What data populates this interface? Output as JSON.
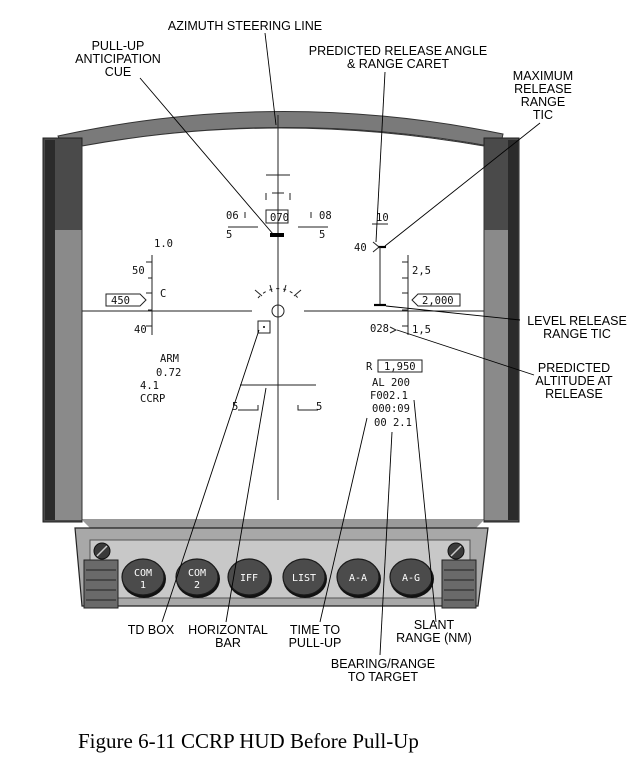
{
  "caption": "Figure 6-11  CCRP HUD Before Pull-Up",
  "callouts": {
    "azimuth": "AZIMUTH STEERING LINE",
    "pullup": [
      "PULL-UP",
      "ANTICIPATION",
      "CUE"
    ],
    "release_angle": [
      "PREDICTED RELEASE ANGLE",
      "& RANGE CARET"
    ],
    "max_range": [
      "MAXIMUM",
      "RELEASE",
      "RANGE",
      "TIC"
    ],
    "level_release": [
      "LEVEL RELEASE",
      "RANGE TIC"
    ],
    "pred_alt": [
      "PREDICTED",
      "ALTITUDE AT",
      "RELEASE"
    ],
    "td_box": "TD BOX",
    "horiz_bar": [
      "HORIZONTAL",
      "BAR"
    ],
    "time_pullup": [
      "TIME TO",
      "PULL-UP"
    ],
    "slant": [
      "SLANT",
      "RANGE (NM)"
    ],
    "bearing": [
      "BEARING/RANGE",
      "TO TARGET"
    ]
  },
  "hud": {
    "heading_left": "06",
    "heading_box": "070",
    "heading_right": "08",
    "pitch_left": "5",
    "pitch_right": "5",
    "caret_top": "10",
    "caret_angle": "40",
    "speed_tick_top": "1.0",
    "speed_50": "50",
    "speed_c": "C",
    "speed_box": "450",
    "speed_40": "40",
    "alt_25": "2,5",
    "alt_box": "2,000",
    "alt_15": "1,5",
    "pred_alt_val": "028",
    "arm": "ARM",
    "mach": "0.72",
    "g": "4.1",
    "mode": "CCRP",
    "ladder_left": "5",
    "ladder_right": "5",
    "range_r": "R",
    "range_box": "1,950",
    "al": "AL  200",
    "f": "F002.1",
    "ttpu": "000:09",
    "brg": "00  2.1"
  },
  "buttons": [
    {
      "top": "COM",
      "bottom": "1"
    },
    {
      "top": "COM",
      "bottom": "2"
    },
    {
      "top": "IFF",
      "bottom": ""
    },
    {
      "top": "LIST",
      "bottom": ""
    },
    {
      "top": "A-A",
      "bottom": ""
    },
    {
      "top": "A-G",
      "bottom": ""
    }
  ]
}
